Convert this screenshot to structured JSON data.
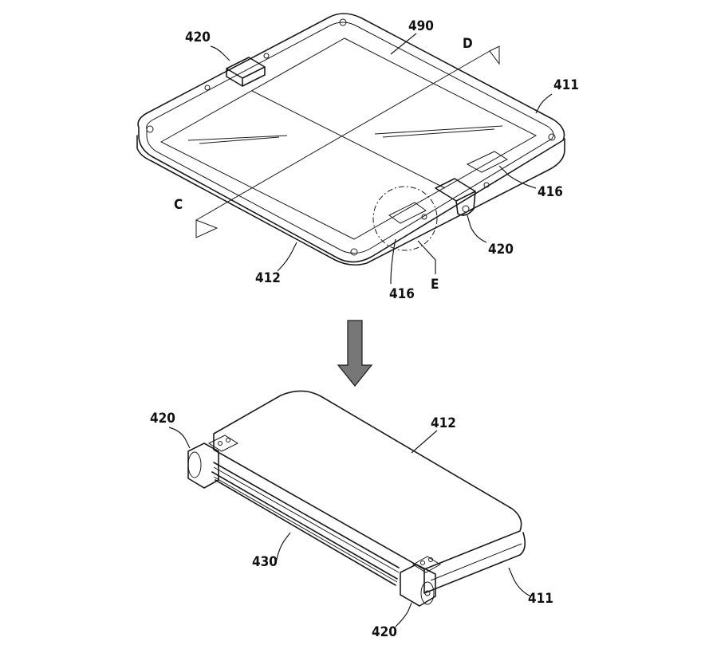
{
  "labels": {
    "top_hinge_left": "420",
    "top_panel": "490",
    "top_section_d": "D",
    "top_housing_right": "411",
    "top_section_c": "C",
    "top_latch_right": "416",
    "top_hinge_right": "420",
    "top_housing_left": "412",
    "top_latch_bottom": "416",
    "top_detail_e": "E",
    "bottom_hinge_top": "420",
    "bottom_housing_top": "412",
    "bottom_cable": "430",
    "bottom_housing_bottom": "411",
    "bottom_hinge_bottom": "420"
  }
}
